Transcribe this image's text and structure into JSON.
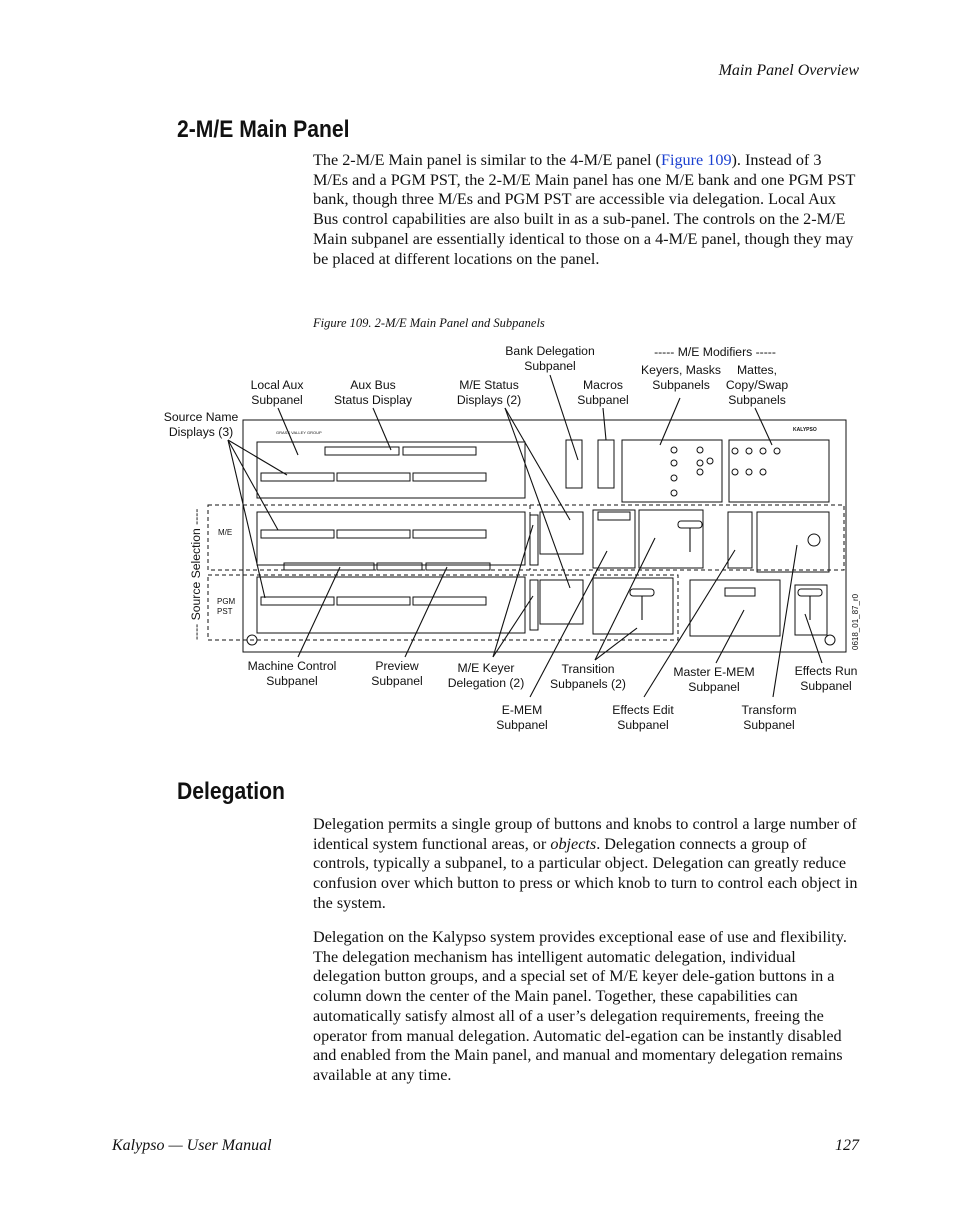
{
  "header": {
    "running_title": "Main Panel Overview"
  },
  "section1": {
    "heading": "2-M/E Main Panel",
    "para_before_link": "The 2-M/E Main panel is similar to the 4-M/E panel (",
    "link_text": "Figure 109",
    "para_after_link": "). Instead of 3 M/Es and a PGM PST, the 2-M/E Main panel has one M/E bank and one PGM PST bank, though three M/Es and PGM PST are accessible via delegation. Local Aux Bus control capabilities are also built in as a sub-panel. The controls on the 2-M/E Main subpanel are essentially identical to those on a 4-M/E panel, though they may be placed at different locations on the panel."
  },
  "figure": {
    "caption": "Figure 109.  2-M/E Main Panel and Subpanels",
    "labels": {
      "bank_delegation": [
        "Bank Delegation",
        "Subpanel"
      ],
      "me_modifiers": "----- M/E Modifiers -----",
      "keyers_masks": [
        "Keyers, Masks",
        "Subpanels"
      ],
      "mattes": [
        "Mattes,",
        "Copy/Swap",
        "Subpanels"
      ],
      "local_aux": [
        "Local Aux",
        "Subpanel"
      ],
      "aux_bus": [
        "Aux Bus",
        "Status Display"
      ],
      "me_status": [
        "M/E Status",
        "Displays (2)"
      ],
      "macros": [
        "Macros",
        "Subpanel"
      ],
      "source_name": [
        "Source Name",
        "Displays (3)"
      ],
      "source_selection": "---- Source Selection ----",
      "machine_control": [
        "Machine Control",
        "Subpanel"
      ],
      "preview": [
        "Preview",
        "Subpanel"
      ],
      "me_keyer": [
        "M/E Keyer",
        "Delegation (2)"
      ],
      "transition": [
        "Transition",
        "Subpanels (2)"
      ],
      "master_ememe": [
        "Master E-MEM",
        "Subpanel"
      ],
      "effects_run": [
        "Effects Run",
        "Subpanel"
      ],
      "ememe": [
        "E-MEM",
        "Subpanel"
      ],
      "effects_edit": [
        "Effects Edit",
        "Subpanel"
      ],
      "transform": [
        "Transform",
        "Subpanel"
      ]
    },
    "panel_text": {
      "brand_left": "GRASS VALLEY GROUP",
      "brand_right": "KALYPSO",
      "me": "M/E",
      "pgm": "PGM",
      "pst": "PST",
      "code": "0618_01_87_r0"
    }
  },
  "section2": {
    "heading": "Delegation",
    "p1_before_em": "Delegation permits a single group of buttons and knobs to control a large number of identical system functional areas, or ",
    "p1_em": "objects",
    "p1_after_em": ". Delegation connects a group of controls, typically a subpanel, to a particular object. Delegation can greatly reduce confusion over which button to press or which knob to turn to control each object in the system.",
    "p2": "Delegation on the Kalypso system provides exceptional ease of use and flexibility. The delegation mechanism has intelligent automatic delegation, individual delegation button groups, and a special set of M/E keyer dele-gation buttons in a column down the center of the Main panel. Together, these capabilities can automatically satisfy almost all of a user’s delegation requirements, freeing the operator from manual delegation. Automatic del-egation can be instantly disabled and enabled from the Main panel, and manual and momentary delegation remains available at any time."
  },
  "footer": {
    "left": "Kalypso — User Manual",
    "page_number": "127"
  }
}
